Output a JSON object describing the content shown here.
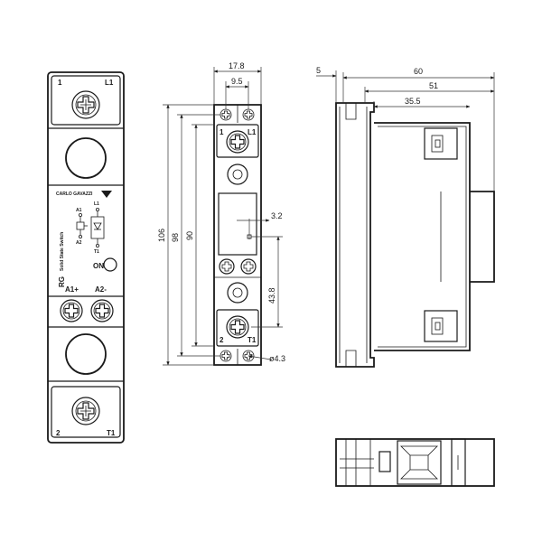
{
  "front_view": {
    "terminal_top_left": "1",
    "terminal_top_right": "L1",
    "terminal_bottom_left": "2",
    "terminal_bottom_right": "T1",
    "brand": "CARLO GAVAZZI",
    "product_code": "RG",
    "product_name": "Solid State Switch",
    "schematic_a1": "A1",
    "schematic_a2": "A2",
    "schematic_l1": "L1",
    "schematic_t1": "T1",
    "led_label": "ON",
    "control_a1": "A1+",
    "control_a2": "A2-"
  },
  "top_view": {
    "terminal_top_left": "1",
    "terminal_top_right": "L1",
    "terminal_bottom_left": "2",
    "terminal_bottom_right": "T1"
  },
  "dimensions": {
    "width_total": "17.8",
    "width_holes": "9.5",
    "height_total": "106",
    "height_98": "98",
    "height_90": "90",
    "offset_3_2": "3.2",
    "height_43_8": "43.8",
    "hole_diameter": "ø4.3",
    "depth_offset": "5",
    "depth_total": "60",
    "depth_51": "51",
    "depth_35_5": "35.5"
  }
}
